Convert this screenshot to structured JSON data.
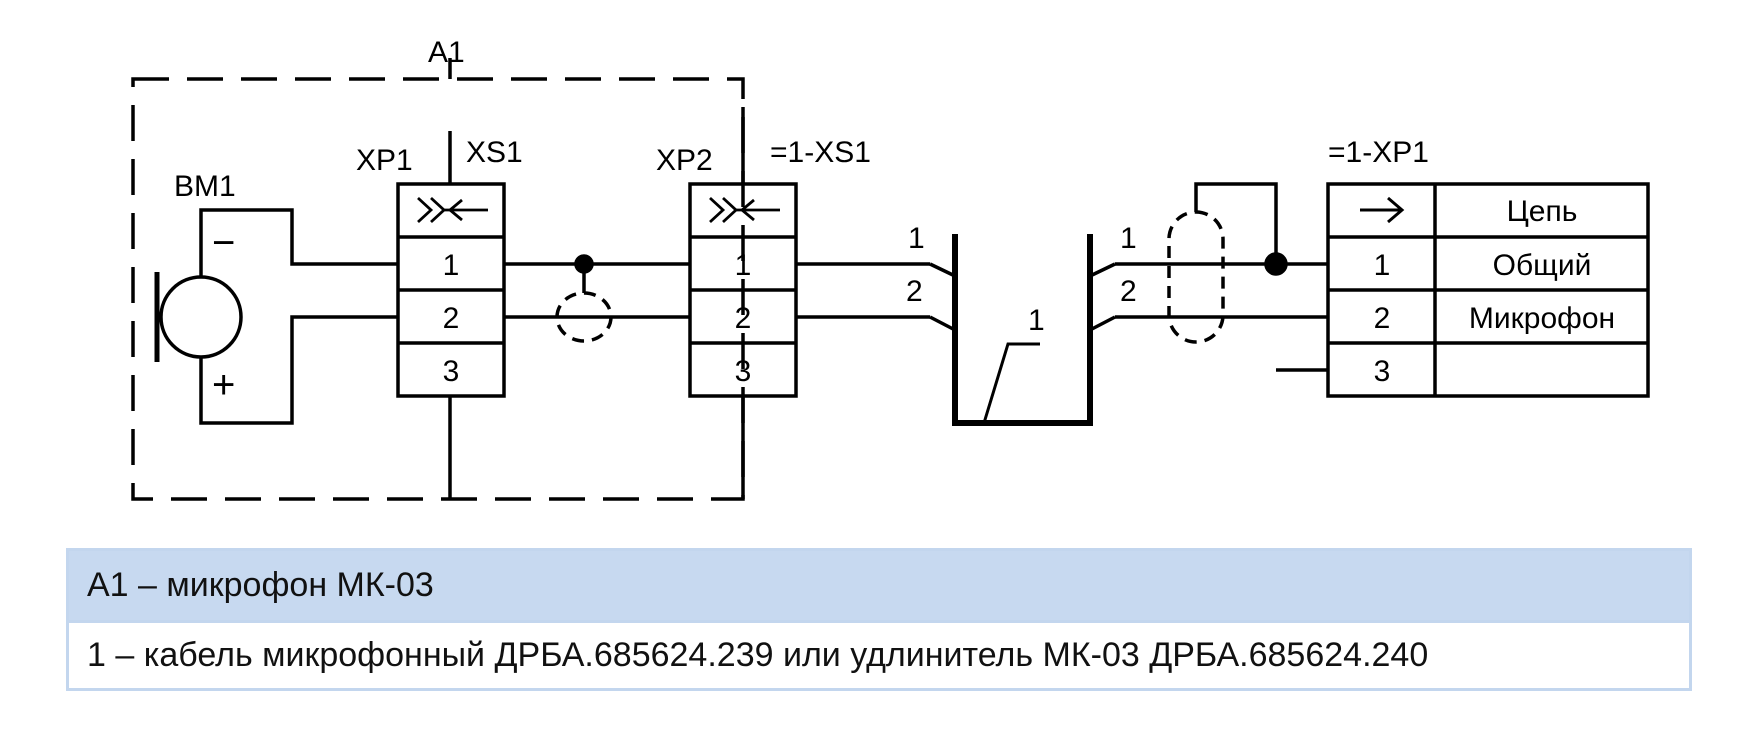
{
  "diagram": {
    "assembly_ref": "A1",
    "mic_ref": "BM1",
    "mic_minus": "−",
    "mic_plus": "+",
    "xp1": {
      "ref": "XP1",
      "pins": [
        "1",
        "2",
        "3"
      ]
    },
    "xs1": {
      "ref": "XS1"
    },
    "xp2": {
      "ref": "XP2",
      "pins": [
        "1",
        "2",
        "3"
      ]
    },
    "ext_xs1": {
      "ref": "=1-XS1"
    },
    "cable": {
      "left_wires": [
        "1",
        "2"
      ],
      "right_wires": [
        "1",
        "2"
      ],
      "ref": "1"
    },
    "ext_xp1": {
      "ref": "=1-XP1",
      "header_arrow": "→",
      "header_label": "Цепь",
      "rows": [
        {
          "pin": "1",
          "circuit": "Общий"
        },
        {
          "pin": "2",
          "circuit": "Микрофон"
        },
        {
          "pin": "3",
          "circuit": ""
        }
      ]
    },
    "icons": [
      "connector-pair-icon",
      "arrow-right-icon",
      "microphone-icon",
      "shield-icon"
    ]
  },
  "legend": {
    "rows": [
      "А1 – микрофон МК-03",
      "1 – кабель микрофонный ДРБА.685624.239 или удлинитель МК-03 ДРБА.685624.240"
    ],
    "colors": {
      "header_bg": "#c7d9f0",
      "border": "#c3d6ee"
    }
  }
}
